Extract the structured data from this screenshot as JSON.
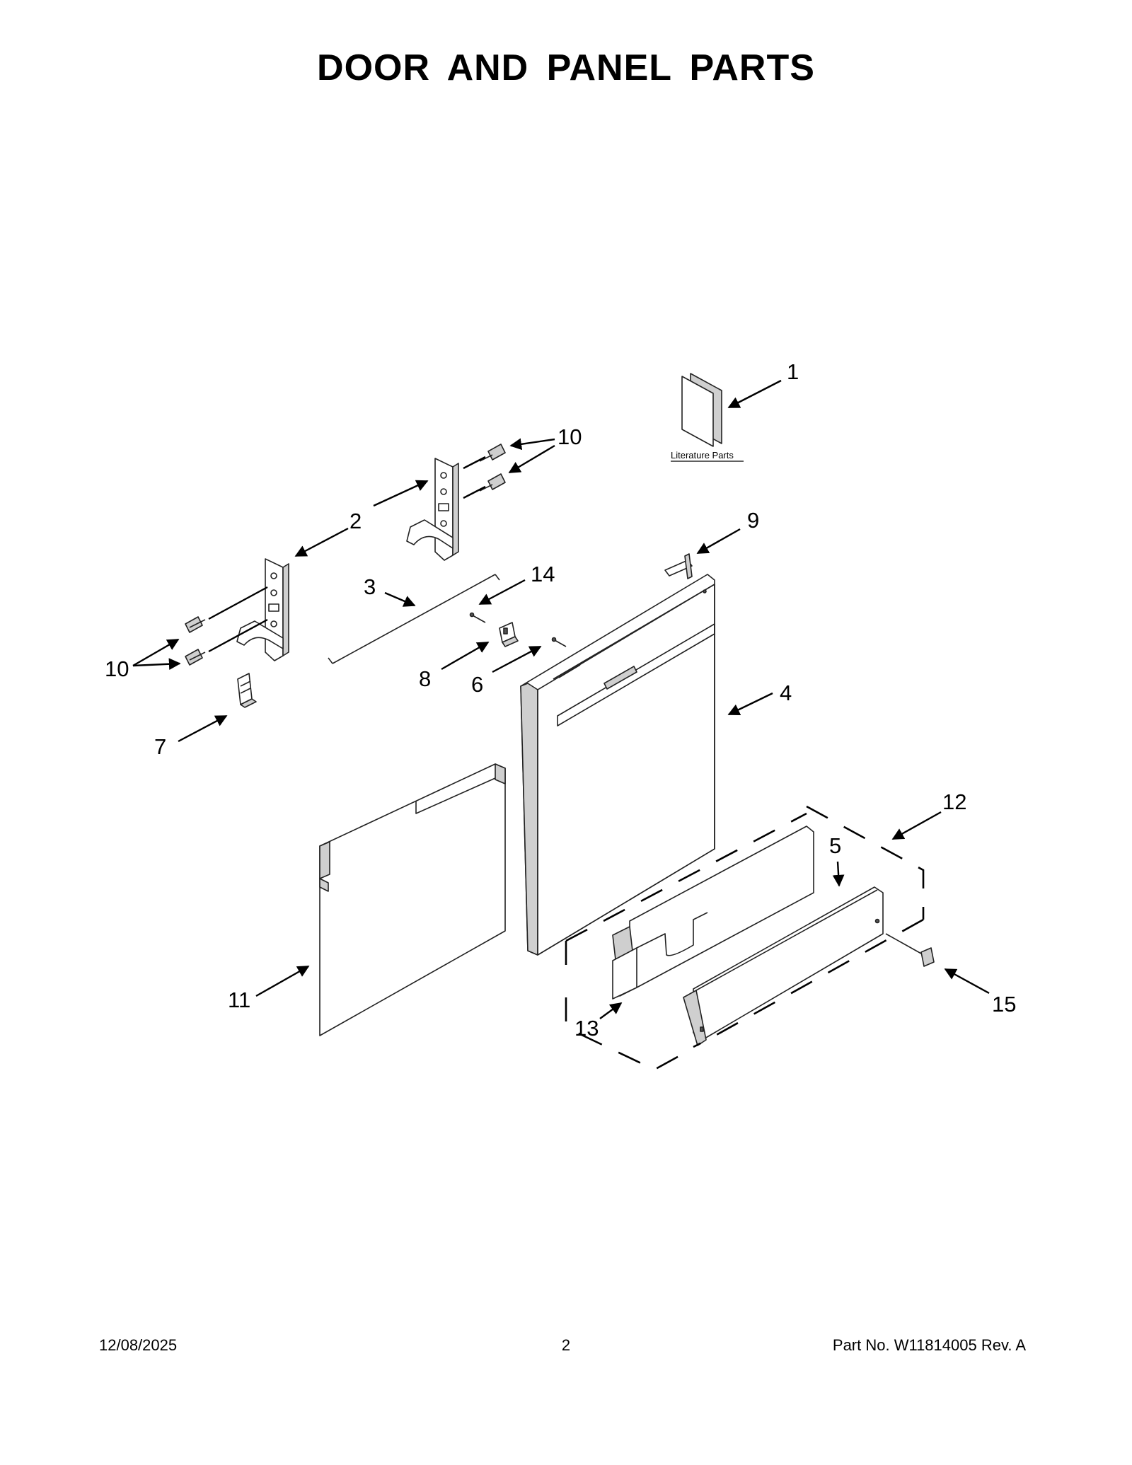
{
  "title": "DOOR AND PANEL PARTS",
  "literature_label": "Literature Parts",
  "callouts": {
    "c1": "1",
    "c2": "2",
    "c3": "3",
    "c4": "4",
    "c5": "5",
    "c6": "6",
    "c7": "7",
    "c8": "8",
    "c9": "9",
    "c10_top": "10",
    "c10_left": "10",
    "c11": "11",
    "c12": "12",
    "c13": "13",
    "c14": "14",
    "c15": "15"
  },
  "footer": {
    "date": "12/08/2025",
    "page": "2",
    "part_no": "Part No.  W11814005  Rev.  A"
  }
}
